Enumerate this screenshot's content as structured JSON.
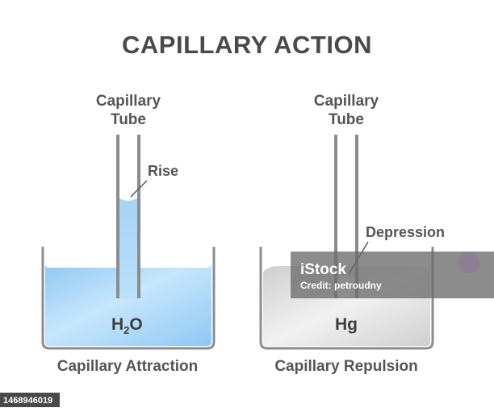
{
  "title": "CAPILLARY ACTION",
  "left": {
    "tube_label_line1": "Capillary",
    "tube_label_line2": "Tube",
    "callout": "Rise",
    "liquid": "H",
    "liquid_subscript": "2",
    "liquid_suffix": "O",
    "caption": "Capillary Attraction",
    "liquid_color": "#a9d8f7"
  },
  "right": {
    "tube_label_line1": "Capillary",
    "tube_label_line2": "Tube",
    "callout": "Depression",
    "liquid": "Hg",
    "caption": "Capillary Repulsion",
    "liquid_color": "#d9d9d9"
  },
  "watermark": {
    "brand": "iStock",
    "credit": "Credit: petroudny"
  },
  "stock_id": "1468946019"
}
